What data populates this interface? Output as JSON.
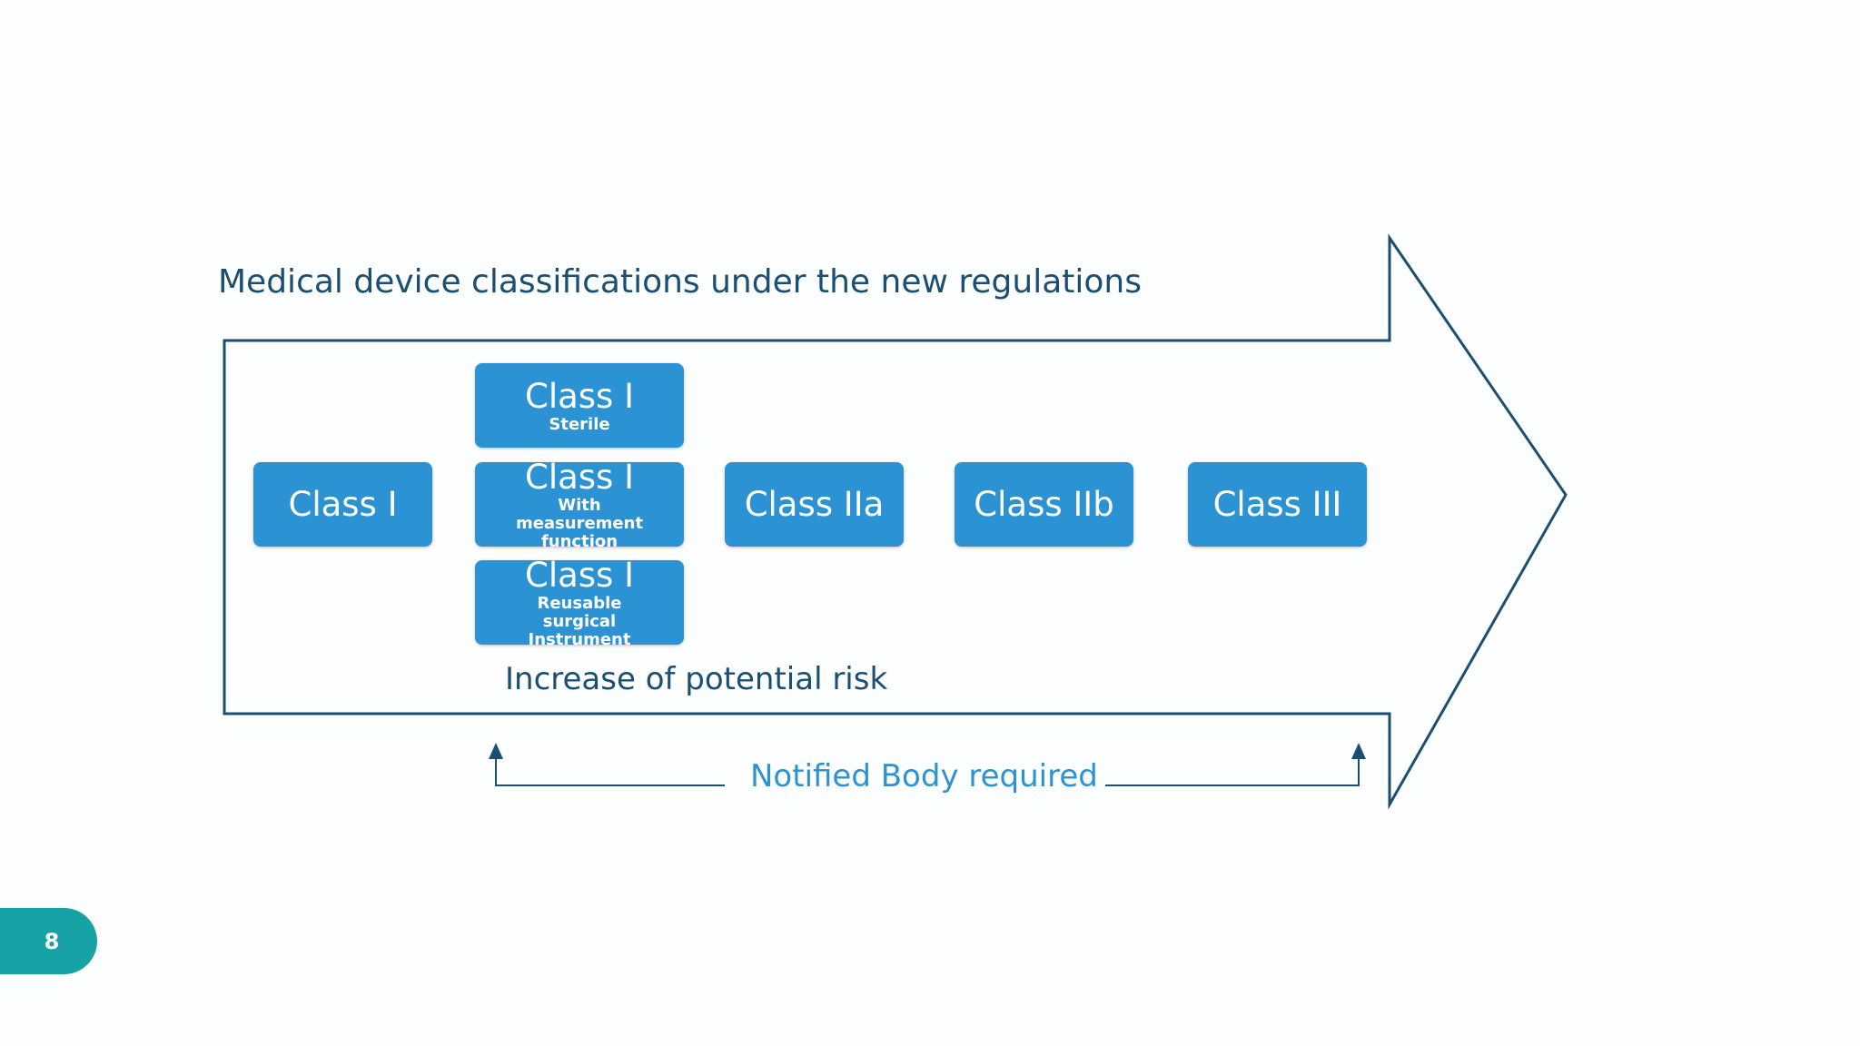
{
  "title": "Medical device classifications under the new regulations",
  "classes": [
    {
      "main": "Class I",
      "sub": ""
    },
    {
      "main": "Class I",
      "sub": "Sterile"
    },
    {
      "main": "Class I",
      "sub": "With measurement function"
    },
    {
      "main": "Class I",
      "sub": "Reusable surgical Instrument"
    },
    {
      "main": "Class IIa",
      "sub": ""
    },
    {
      "main": "Class IIb",
      "sub": ""
    },
    {
      "main": "Class III",
      "sub": ""
    }
  ],
  "risk_label": "Increase of potential risk",
  "notified_label": "Notified Body required",
  "page_number": "8",
  "colors": {
    "arrow_outline": "#1b4f72",
    "box_fill": "#2b93d4",
    "notified_text": "#2b93d4",
    "title_text": "#1b4f72",
    "page_badge": "#17a2a6"
  },
  "icons": [
    "big-arrow-outline",
    "arrowhead-up-icon"
  ]
}
